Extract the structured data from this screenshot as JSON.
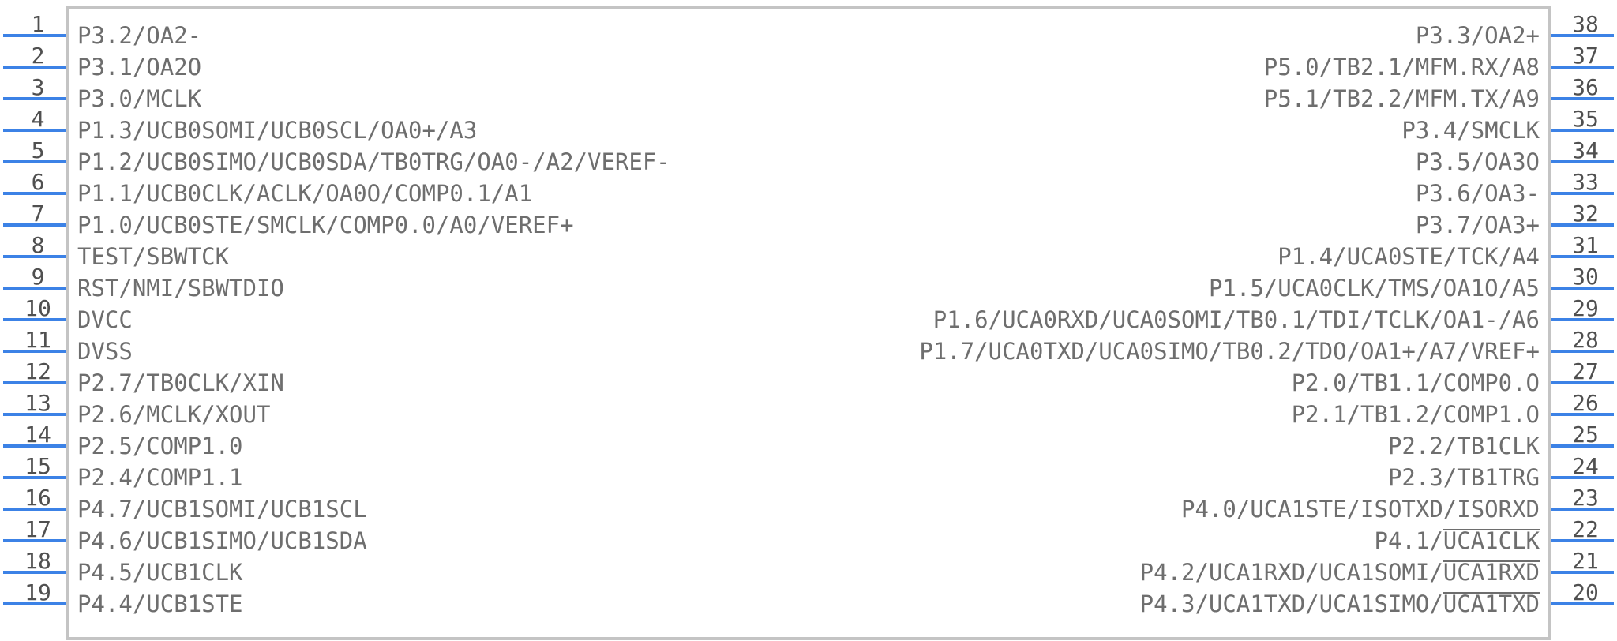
{
  "colors": {
    "pin": "#3c82e6",
    "body": "#c4c4c4",
    "text": "#6e6e6e"
  },
  "left_pins": [
    {
      "number": "1",
      "label": "P3.2/OA2-"
    },
    {
      "number": "2",
      "label": "P3.1/OA2O"
    },
    {
      "number": "3",
      "label": "P3.0/MCLK"
    },
    {
      "number": "4",
      "label": "P1.3/UCB0SOMI/UCB0SCL/OA0+/A3"
    },
    {
      "number": "5",
      "label": "P1.2/UCB0SIMO/UCB0SDA/TB0TRG/OA0-/A2/VEREF-"
    },
    {
      "number": "6",
      "label": "P1.1/UCB0CLK/ACLK/OA0O/COMP0.1/A1"
    },
    {
      "number": "7",
      "label": "P1.0/UCB0STE/SMCLK/COMP0.0/A0/VEREF+"
    },
    {
      "number": "8",
      "label": "TEST/SBWTCK"
    },
    {
      "number": "9",
      "label": "RST/NMI/SBWTDIO"
    },
    {
      "number": "10",
      "label": "DVCC"
    },
    {
      "number": "11",
      "label": "DVSS"
    },
    {
      "number": "12",
      "label": "P2.7/TB0CLK/XIN"
    },
    {
      "number": "13",
      "label": "P2.6/MCLK/XOUT"
    },
    {
      "number": "14",
      "label": "P2.5/COMP1.0"
    },
    {
      "number": "15",
      "label": "P2.4/COMP1.1"
    },
    {
      "number": "16",
      "label": "P4.7/UCB1SOMI/UCB1SCL"
    },
    {
      "number": "17",
      "label": "P4.6/UCB1SIMO/UCB1SDA"
    },
    {
      "number": "18",
      "label": "P4.5/UCB1CLK"
    },
    {
      "number": "19",
      "label": "P4.4/UCB1STE"
    }
  ],
  "right_pins": [
    {
      "number": "38",
      "label": "P3.3/OA2+"
    },
    {
      "number": "37",
      "label": "P5.0/TB2.1/MFM.RX/A8"
    },
    {
      "number": "36",
      "label": "P5.1/TB2.2/MFM.TX/A9"
    },
    {
      "number": "35",
      "label": "P3.4/SMCLK"
    },
    {
      "number": "34",
      "label": "P3.5/OA3O"
    },
    {
      "number": "33",
      "label": "P3.6/OA3-"
    },
    {
      "number": "32",
      "label": "P3.7/OA3+"
    },
    {
      "number": "31",
      "label": "P1.4/UCA0STE/TCK/A4"
    },
    {
      "number": "30",
      "label": "P1.5/UCA0CLK/TMS/OA1O/A5"
    },
    {
      "number": "29",
      "label": "P1.6/UCA0RXD/UCA0SOMI/TB0.1/TDI/TCLK/OA1-/A6"
    },
    {
      "number": "28",
      "label": "P1.7/UCA0TXD/UCA0SIMO/TB0.2/TDO/OA1+/A7/VREF+"
    },
    {
      "number": "27",
      "label": "P2.0/TB1.1/COMP0.O"
    },
    {
      "number": "26",
      "label": "P2.1/TB1.2/COMP1.O"
    },
    {
      "number": "25",
      "label": "P2.2/TB1CLK"
    },
    {
      "number": "24",
      "label": "P2.3/TB1TRG"
    },
    {
      "number": "23",
      "label": "P4.0/UCA1STE/ISOTXD/ISORXD"
    },
    {
      "number": "22",
      "label": "P4.1/UCA1CLK",
      "overbar": "UCA1CLK"
    },
    {
      "number": "21",
      "label": "P4.2/UCA1RXD/UCA1SOMI/UCA1RXD",
      "overbar": "UCA1RXD"
    },
    {
      "number": "20",
      "label": "P4.3/UCA1TXD/UCA1SIMO/UCA1TXD",
      "overbar": "UCA1TXD"
    }
  ]
}
